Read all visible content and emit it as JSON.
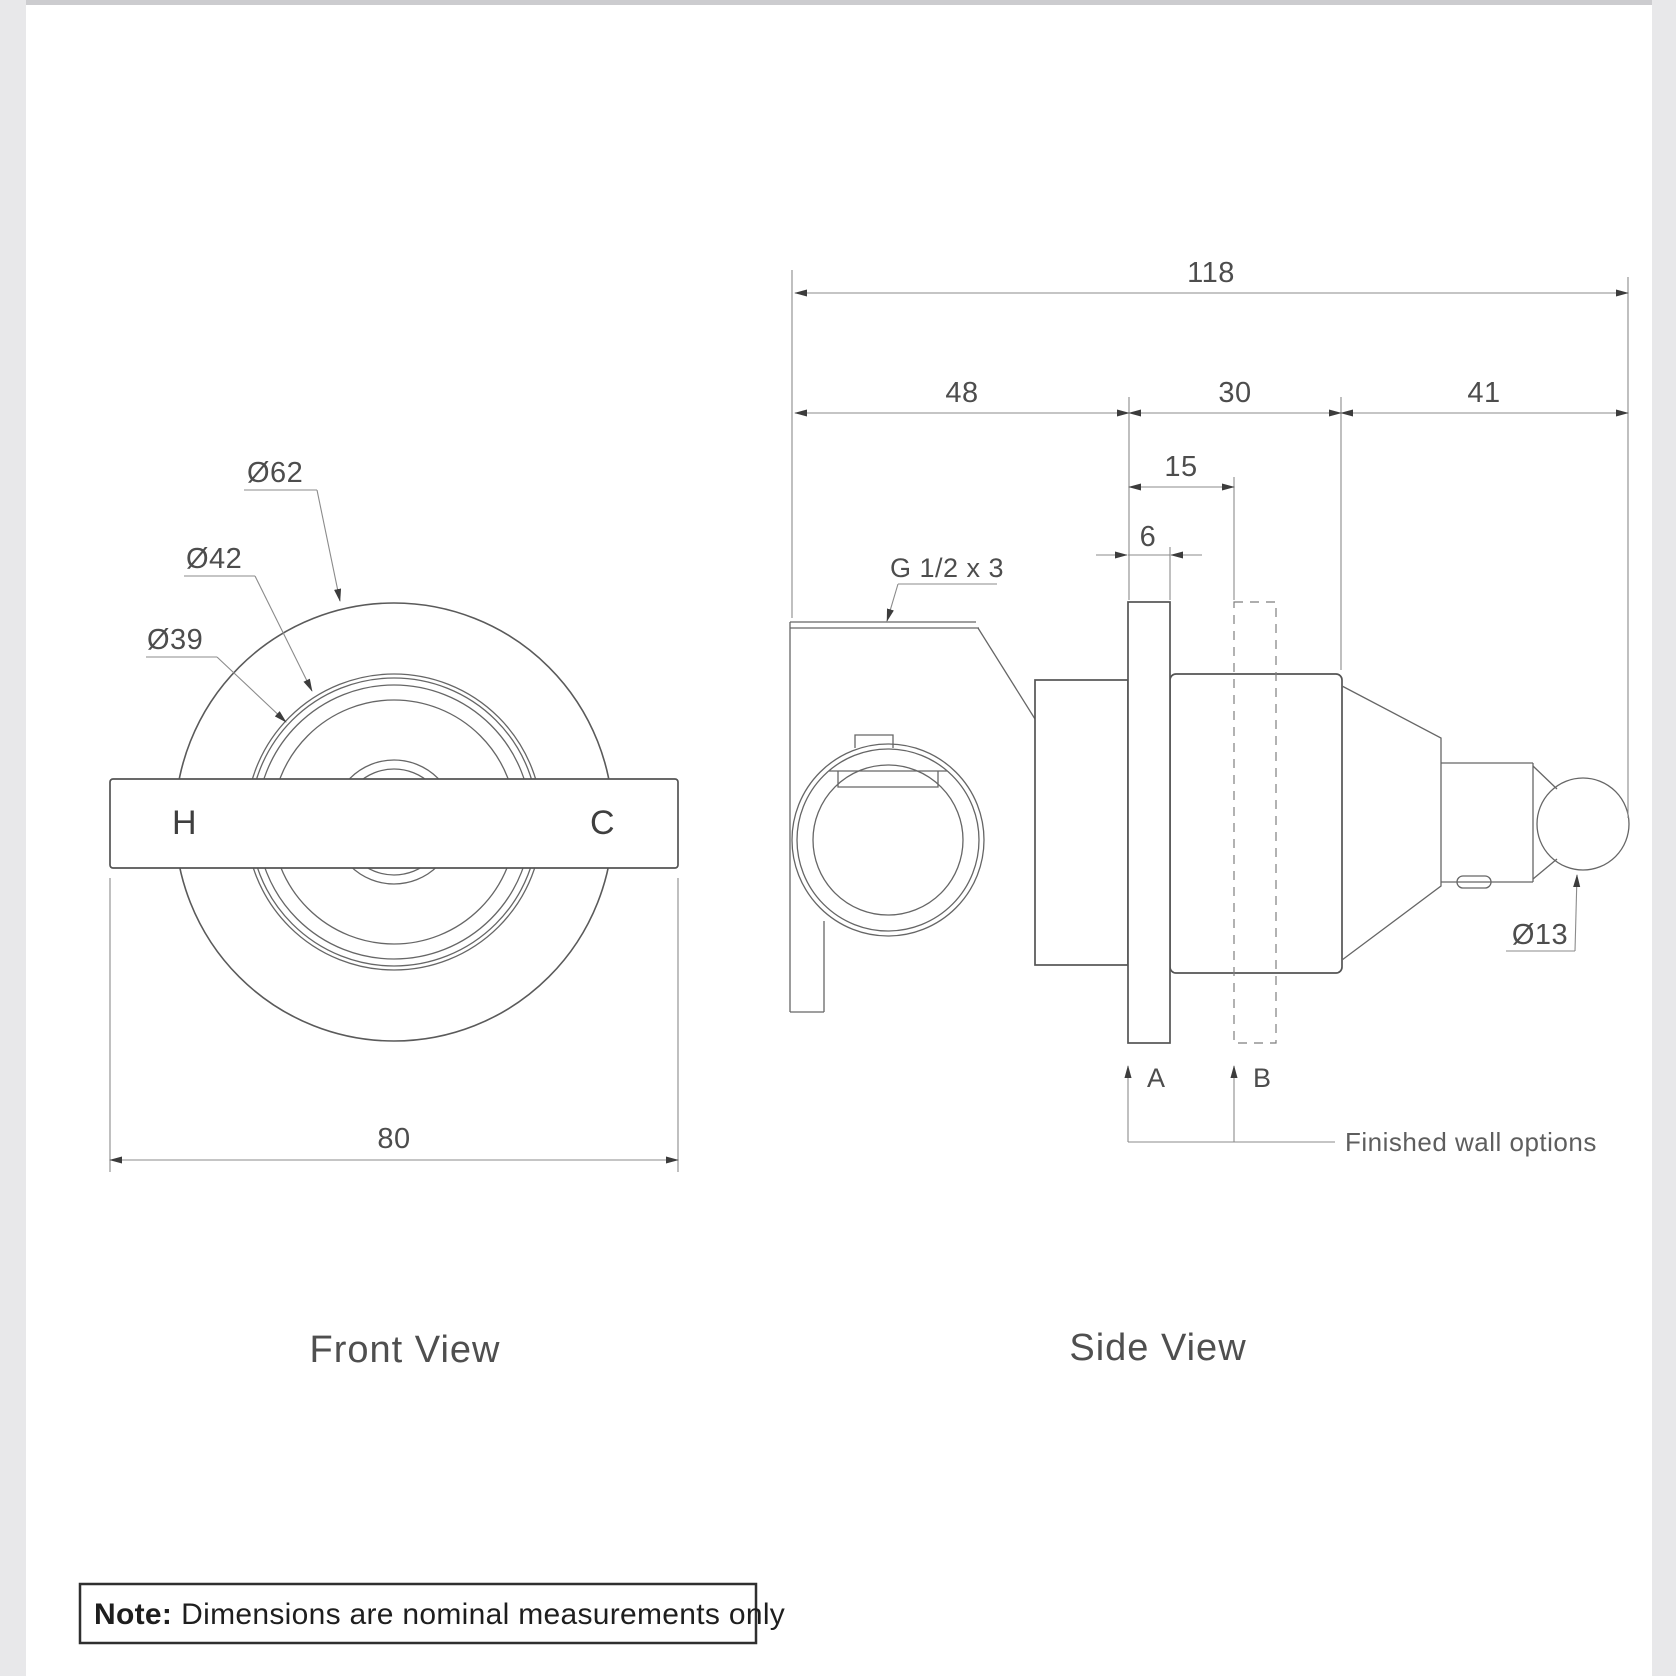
{
  "page": {
    "gutter_color": "#e8e8ea",
    "top_strip_color": "#cccccf",
    "outline_color": "#5a5a5a",
    "dim_line_color": "#8b8b8b",
    "text_color": "#4d4d4d"
  },
  "front_view": {
    "caption": "Front View",
    "dia_outer": "Ø62",
    "dia_mid": "Ø42",
    "dia_inner": "Ø39",
    "hot": "H",
    "cold": "C",
    "width": "80"
  },
  "side_view": {
    "caption": "Side View",
    "total_width": "118",
    "depth_rough": "48",
    "depth_mid": "30",
    "depth_spout": "41",
    "dim_15": "15",
    "dim_6": "6",
    "thread_label": "G 1/2 x 3",
    "spout_dia": "Ø13",
    "wall_a": "A",
    "wall_b": "B",
    "wall_options": "Finished wall options"
  },
  "note": {
    "prefix": "Note:",
    "body": "Dimensions are nominal measurements only"
  }
}
